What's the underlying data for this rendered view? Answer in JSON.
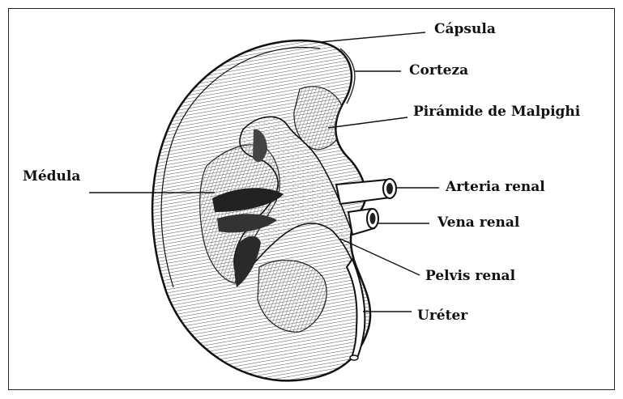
{
  "labels": {
    "capsula": "Cápsula",
    "corteza": "Corteza",
    "piramide": "Pirámide de Malpighi",
    "medula": "Médula",
    "arteria": "Arteria renal",
    "vena": "Vena renal",
    "pelvis": "Pelvis renal",
    "ureter": "Uréter"
  }
}
